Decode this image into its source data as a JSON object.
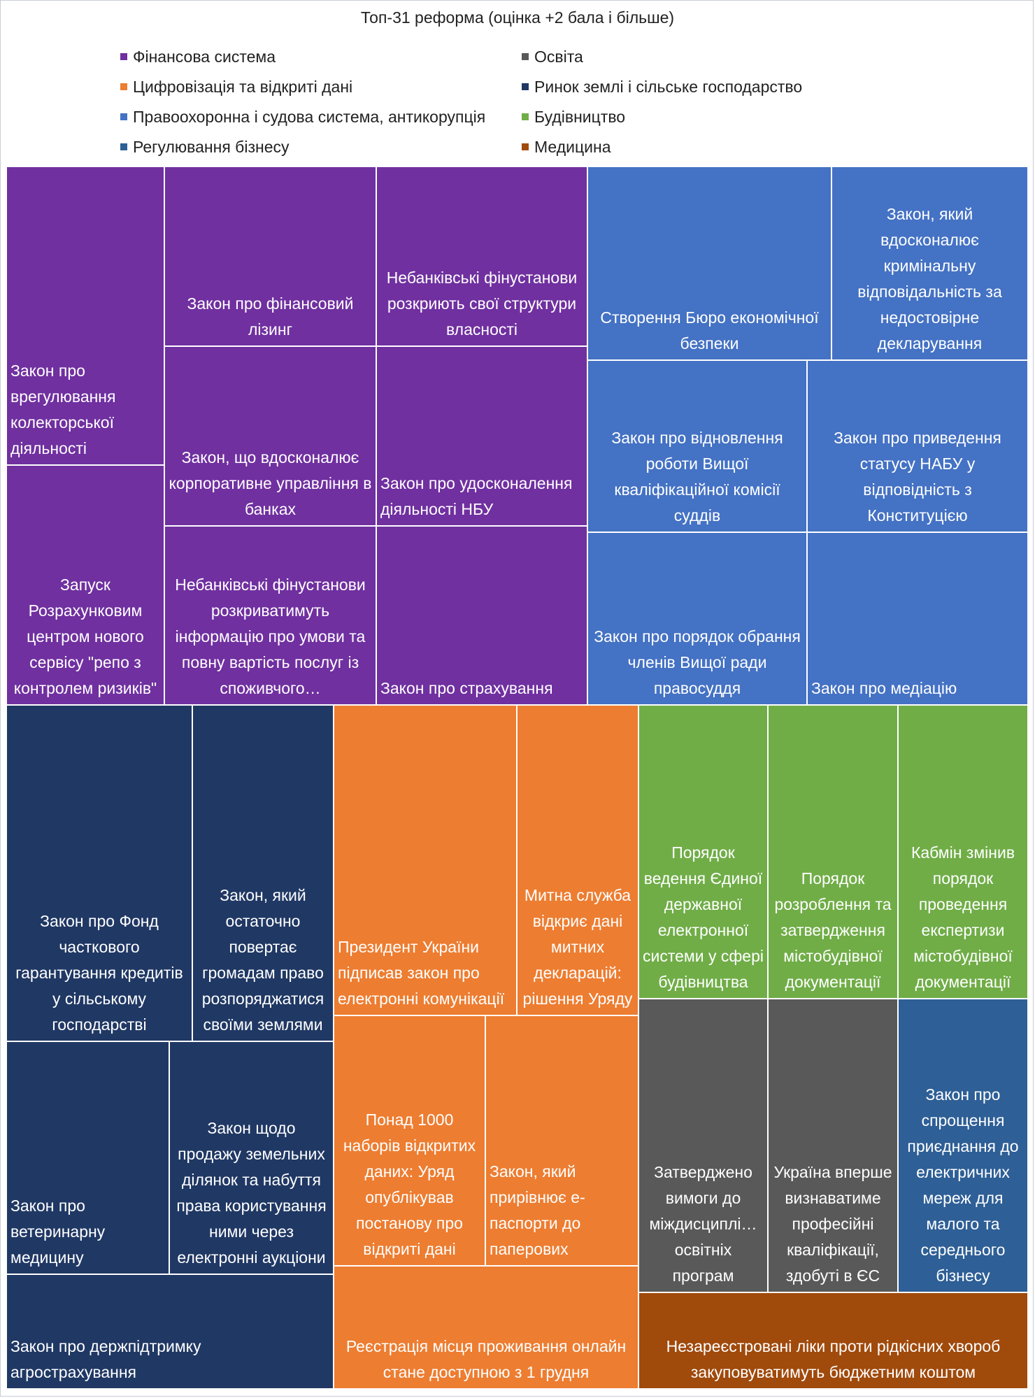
{
  "chart_data": {
    "type": "treemap",
    "title": "Топ-31 реформа (оцінка +2 бала і більше)",
    "categories": [
      {
        "name": "Фінансова система",
        "color": "#7030a0"
      },
      {
        "name": "Цифровізація та відкриті дані",
        "color": "#ed7d31"
      },
      {
        "name": "Правоохоронна і судова система, антикорупція",
        "color": "#4472c4"
      },
      {
        "name": "Регулювання бізнесу",
        "color": "#2e5f96"
      },
      {
        "name": "Освіта",
        "color": "#595959"
      },
      {
        "name": "Ринок землі і сільське господарство",
        "color": "#203864"
      },
      {
        "name": "Будівництво",
        "color": "#70ad47"
      },
      {
        "name": "Медицина",
        "color": "#a04a0c"
      }
    ],
    "items": [
      {
        "label": "Закон про врегулювання колекторської діяльності",
        "category": "Фінансова система",
        "value": 2
      },
      {
        "label": "Запуск Розрахунковим центром нового сервісу \"репо з контролем ризиків\"",
        "category": "Фінансова система",
        "value": 2
      },
      {
        "label": "Закон про фінансовий лізинг",
        "category": "Фінансова система",
        "value": 2
      },
      {
        "label": "Небанківські фінустанови розкриють свої структури власності",
        "category": "Фінансова система",
        "value": 2
      },
      {
        "label": "Закон, що вдосконалює корпоративне управління в банках",
        "category": "Фінансова система",
        "value": 2
      },
      {
        "label": "Закон про удосконалення діяльності НБУ",
        "category": "Фінансова система",
        "value": 2
      },
      {
        "label": "Небанківські фінустанови розкриватимуть інформацію про умови та повну вартість послуг із споживчого…",
        "category": "Фінансова система",
        "value": 2
      },
      {
        "label": "Закон про страхування",
        "category": "Фінансова система",
        "value": 2
      },
      {
        "label": "Створення Бюро економічної безпеки",
        "category": "Правоохоронна і судова система, антикорупція",
        "value": 2
      },
      {
        "label": "Закон, який вдосконалює кримінальну відповідальність за недостовірне декларування",
        "category": "Правоохоронна і судова система, антикорупція",
        "value": 2
      },
      {
        "label": "Закон про відновлення роботи Вищої кваліфікаційної комісії суддів",
        "category": "Правоохоронна і судова система, антикорупція",
        "value": 2
      },
      {
        "label": "Закон про приведення статусу НАБУ у відповідність з Конституцією",
        "category": "Правоохоронна і судова система, антикорупція",
        "value": 2
      },
      {
        "label": "Закон про порядок обрання членів Вищої ради правосуддя",
        "category": "Правоохоронна і судова система, антикорупція",
        "value": 2
      },
      {
        "label": "Закон про медіацію",
        "category": "Правоохоронна і судова система, антикорупція",
        "value": 2
      },
      {
        "label": "Закон про Фонд часткового гарантування кредитів у сільському господарстві",
        "category": "Ринок землі і сільське господарство",
        "value": 2
      },
      {
        "label": "Закон, який остаточно повертає громадам право розпоряджатися своїми землями",
        "category": "Ринок землі і сільське господарство",
        "value": 2
      },
      {
        "label": "Закон про ветеринарну медицину",
        "category": "Ринок землі і сільське господарство",
        "value": 2
      },
      {
        "label": "Закон щодо продажу земельних ділянок та набуття права користування ними через електронні аукціони",
        "category": "Ринок землі і сільське господарство",
        "value": 2
      },
      {
        "label": "Закон про держпідтримку агрострахування",
        "category": "Ринок землі і сільське господарство",
        "value": 2
      },
      {
        "label": "Президент України підписав закон про електронні комунікації",
        "category": "Цифровізація та відкриті дані",
        "value": 2
      },
      {
        "label": "Митна служба відкриє дані митних декларацій: рішення Уряду",
        "category": "Цифровізація та відкриті дані",
        "value": 2
      },
      {
        "label": "Понад 1000 наборів відкритих даних: Уряд опублікував постанову про відкриті дані",
        "category": "Цифровізація та відкриті дані",
        "value": 2
      },
      {
        "label": "Закон, який прирівнює е-паспорти до паперових",
        "category": "Цифровізація та відкриті дані",
        "value": 2
      },
      {
        "label": "Реєстрація місця проживання онлайн стане доступною з 1 грудня",
        "category": "Цифровізація та відкриті дані",
        "value": 2
      },
      {
        "label": "Порядок ведення Єдиної державної електронної системи у сфері будівництва",
        "category": "Будівництво",
        "value": 2
      },
      {
        "label": "Порядок розроблення та затвердження містобудівної документації",
        "category": "Будівництво",
        "value": 2
      },
      {
        "label": "Кабмін змінив порядок проведення експертизи містобудівної документації",
        "category": "Будівництво",
        "value": 2
      },
      {
        "label": "Затверджено вимоги до міждисциплі… освітніх програм",
        "category": "Освіта",
        "value": 2
      },
      {
        "label": "Україна вперше визнаватиме професійні кваліфікації, здобуті в ЄС",
        "category": "Освіта",
        "value": 2
      },
      {
        "label": "Закон про спрощення приєднання до електричних мереж для малого та середнього бізнесу",
        "category": "Регулювання бізнесу",
        "value": 2
      },
      {
        "label": "Незареєстровані ліки проти рідкісних хвороб закуповуватимуть бюджетним коштом",
        "category": "Медицина",
        "value": 2
      }
    ]
  }
}
